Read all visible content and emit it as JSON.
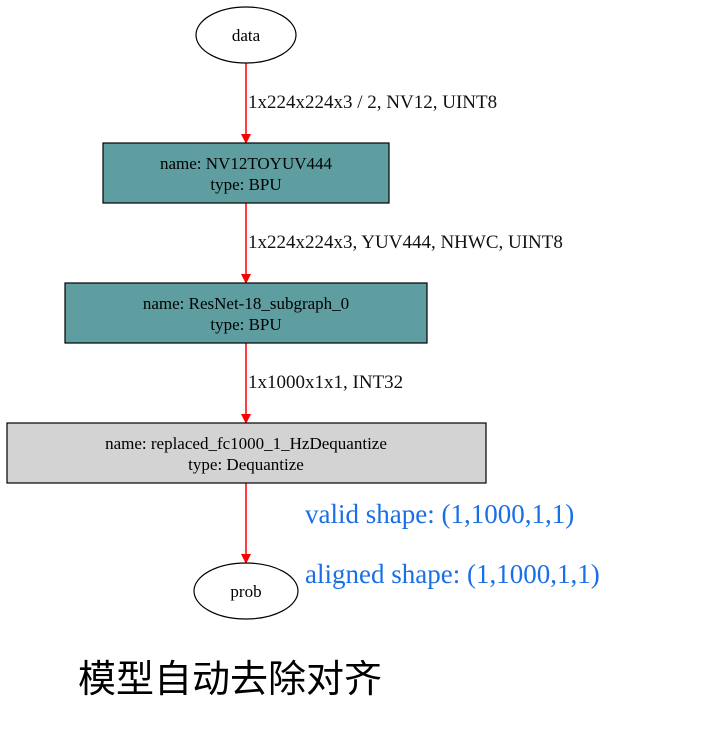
{
  "colors": {
    "edge": "#ff0000",
    "bpu_fill": "#5f9ea0",
    "dequantize_fill": "#d3d3d3",
    "shape_text": "#1a6fe6",
    "outline": "#000000"
  },
  "nodes": {
    "data": {
      "label": "data"
    },
    "nv12": {
      "name_line": "name: NV12TOYUV444",
      "type_line": "type: BPU"
    },
    "resnet": {
      "name_line": "name: ResNet-18_subgraph_0",
      "type_line": "type: BPU"
    },
    "dequant": {
      "name_line": "name: replaced_fc1000_1_HzDequantize",
      "type_line": "type: Dequantize"
    },
    "prob": {
      "label": "prob"
    }
  },
  "edges": {
    "data_to_nv12": "1x224x224x3 / 2, NV12, UINT8",
    "nv12_to_resnet": "1x224x224x3, YUV444, NHWC, UINT8",
    "resnet_to_dequant": "1x1000x1x1, INT32"
  },
  "output_shapes": {
    "valid": "valid shape: (1,1000,1,1)",
    "aligned": "aligned shape: (1,1000,1,1)"
  },
  "caption": "模型自动去除对齐"
}
